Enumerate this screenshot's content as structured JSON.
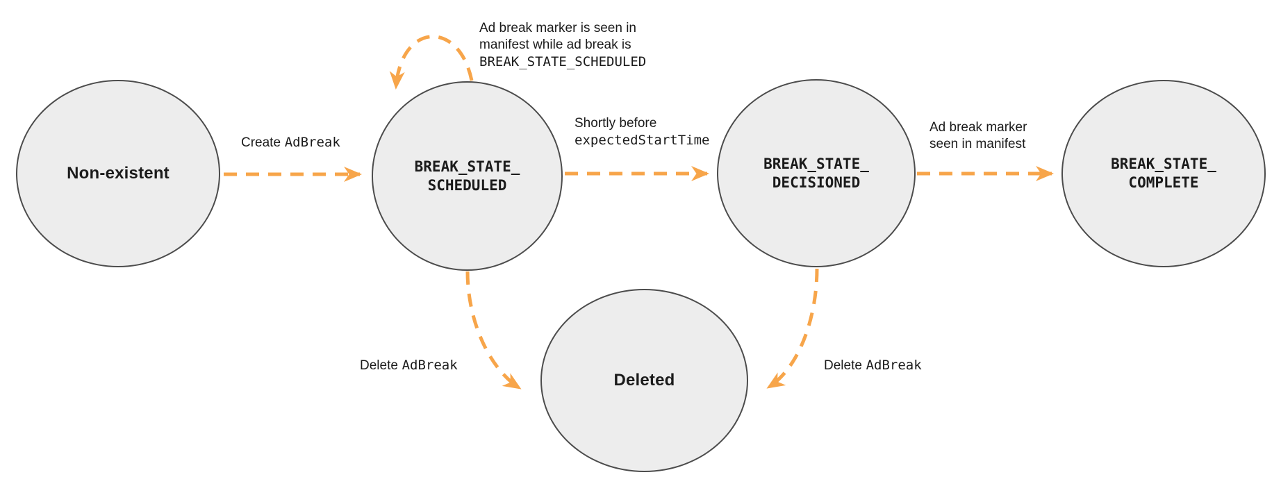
{
  "colors": {
    "arrow_orange": "#F7A54A",
    "state_fill": "#EDEDED",
    "state_border": "#4C4C4C",
    "text": "#1B1B1B",
    "background": "#FFFFFF"
  },
  "states": {
    "non_existent": {
      "label": "Non-existent"
    },
    "scheduled": {
      "line1": "BREAK_STATE_",
      "line2": "SCHEDULED"
    },
    "decisioned": {
      "line1": "BREAK_STATE_",
      "line2": "DECISIONED"
    },
    "complete": {
      "line1": "BREAK_STATE_",
      "line2": "COMPLETE"
    },
    "deleted": {
      "label": "Deleted"
    }
  },
  "transitions": {
    "create": {
      "text": "Create",
      "code": "AdBreak"
    },
    "self_loop": {
      "line1": "Ad break marker is seen in",
      "line2": "manifest while ad break is",
      "code_line": "BREAK_STATE_SCHEDULED"
    },
    "before_start": {
      "text": "Shortly before",
      "code": "expectedStartTime"
    },
    "marker_seen": {
      "line1": "Ad break marker",
      "line2": "seen in manifest"
    },
    "delete_from_scheduled": {
      "text": "Delete",
      "code": "AdBreak"
    },
    "delete_from_decisioned": {
      "text": "Delete",
      "code": "AdBreak"
    }
  }
}
